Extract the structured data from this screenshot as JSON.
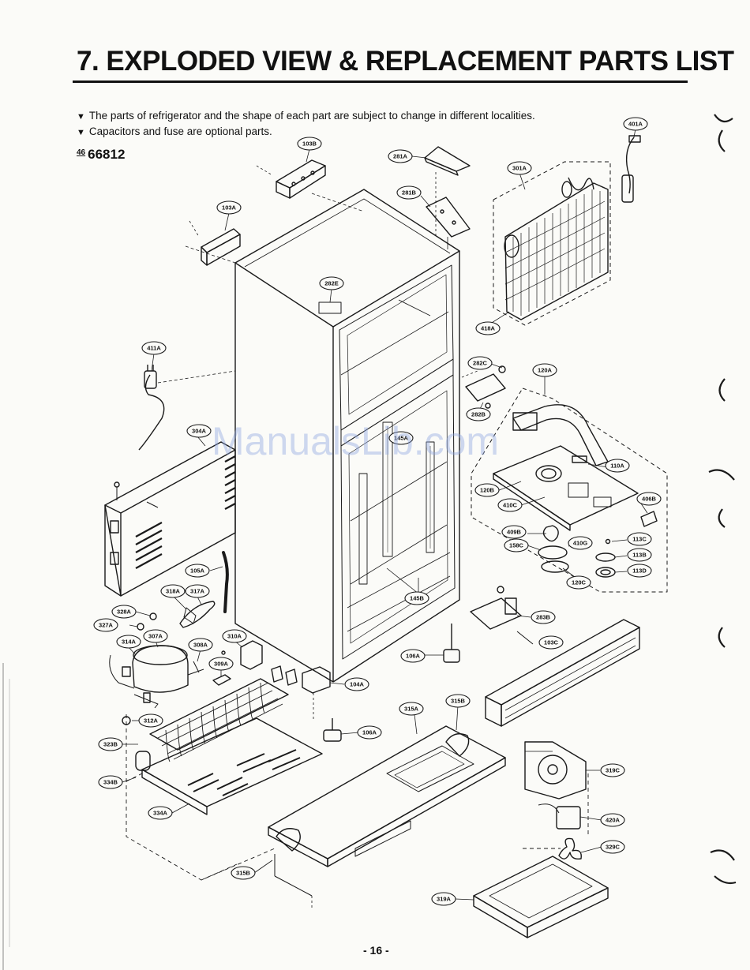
{
  "header": {
    "title": "7. EXPLODED VIEW & REPLACEMENT PARTS LIST"
  },
  "notes": [
    "The parts of refrigerator and the shape of each part are subject to change in different localities.",
    "Capacitors and fuse are optional parts."
  ],
  "model": {
    "prefix": "46",
    "number": "66812"
  },
  "watermark": "ManualsLib.com",
  "part_labels": [
    "103B",
    "281A",
    "401A",
    "301A",
    "281B",
    "103A",
    "282E",
    "418A",
    "411A",
    "282C",
    "120A",
    "282B",
    "304A",
    "145A",
    "110A",
    "120B",
    "410C",
    "406B",
    "409B",
    "158C",
    "410G",
    "113C",
    "113B",
    "113D",
    "120C",
    "105A",
    "318A",
    "317A",
    "328A",
    "327A",
    "145B",
    "283B",
    "314A",
    "307A",
    "308A",
    "310A",
    "309A",
    "106A",
    "103C",
    "104A",
    "312A",
    "315A",
    "315B",
    "106A",
    "323B",
    "319C",
    "334B",
    "334A",
    "420A",
    "329C",
    "315B",
    "319A"
  ],
  "footer": {
    "page_number": "- 16 -"
  }
}
